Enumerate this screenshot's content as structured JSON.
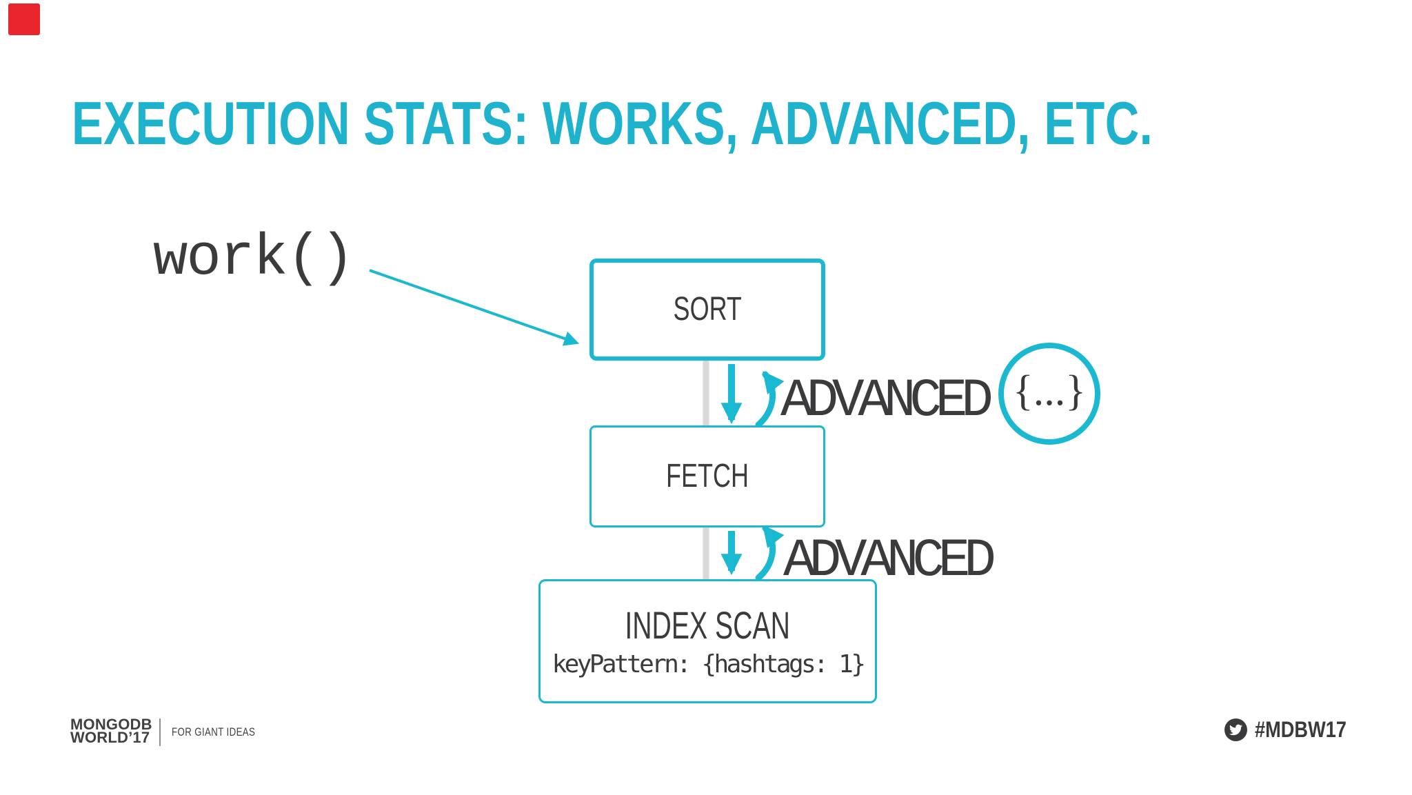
{
  "colors": {
    "accent_title": "#1fb2cd",
    "accent_diagram": "#1bb8d2",
    "text_dark": "#3b3b3d",
    "gray_line": "#d8d8d8",
    "footer_gray": "#414042",
    "marker_red": "#e8252d"
  },
  "title": "EXECUTION STATS: WORKS, ADVANCED, ETC.",
  "diagram": {
    "work_call": "work()",
    "nodes": [
      {
        "label": "SORT"
      },
      {
        "label": "FETCH"
      },
      {
        "label": "INDEX SCAN",
        "sublabel": "keyPattern: {hashtags: 1}"
      }
    ],
    "edges": [
      {
        "label": "ADVANCED",
        "result": "{...}"
      },
      {
        "label": "ADVANCED"
      }
    ]
  },
  "footer": {
    "brand_line1": "MONGODB",
    "brand_line2": "WORLD’17",
    "tagline": "FOR GIANT IDEAS",
    "hashtag": "#MDBW17",
    "twitter_icon": "twitter-bird-icon"
  }
}
